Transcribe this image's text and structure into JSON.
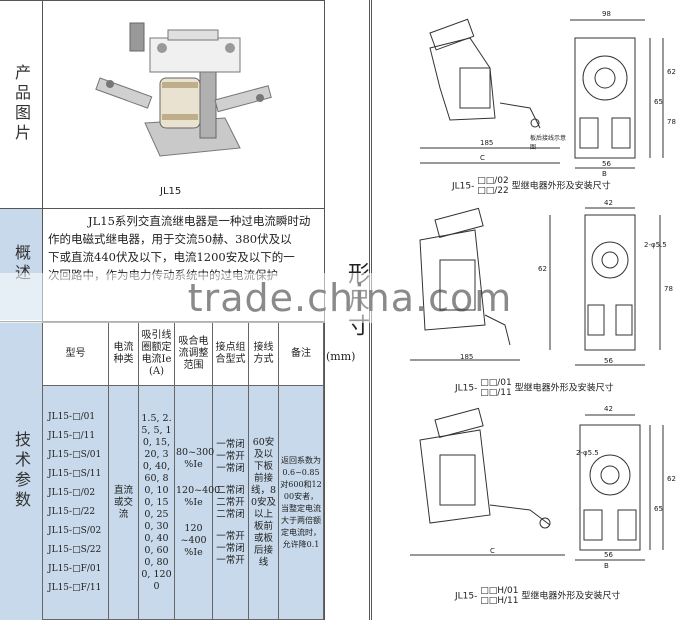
{
  "labels": {
    "product_image": "产品图片",
    "overview": "概述",
    "tech_params": "技术参数",
    "dimensions": "形尺寸",
    "unit": "(mm)"
  },
  "product": {
    "model_caption": "JL15"
  },
  "overview": {
    "line1": "JL15系列交直流继电器是一种过电流瞬时动",
    "line2": "作的电磁式继电器，用于交流50赫、380伏及以",
    "line3": "下或直流440伏及以下，电流1200安及以下的一",
    "line4": "次回路中，作为电力传动系统中的过电流保护"
  },
  "watermark": "trade.china.com",
  "table": {
    "headers": [
      "型号",
      "电流种类",
      "吸引线圈额定电流Ie (A)",
      "吸合电流调整范围",
      "接点组合型式",
      "接线方式",
      "备注"
    ],
    "models": [
      "JL15-□/01",
      "JL15-□/11",
      "JL15-□S/01",
      "JL15-□S/11",
      "JL15-□/02",
      "JL15-□/22",
      "JL15-□S/02",
      "JL15-□S/22",
      "JL15-□F/01",
      "JL15-□F/11"
    ],
    "current_type": "直流或交流",
    "rated_current": "1.5, 2.5, 5, 10, 15, 20, 30, 40, 60, 80, 100, 150, 250, 300, 400, 600, 800, 1200",
    "pickup_range": [
      "80~300 %Ie",
      "120~400 %Ie",
      "120 ~400 %Ie"
    ],
    "contacts": [
      "一常闭",
      "一常开",
      "一常闭",
      "二常闭",
      "二常开",
      "二常闭",
      "一常开",
      "一常闭",
      "一常开"
    ],
    "wiring": "60安及以下板前接线，80安及以上板前或板后接线",
    "notes": "返回系数为0.6~0.85对600和1200安者，当整定电流大于两倍额定电流时，允许降0.1"
  },
  "drawings": [
    {
      "caption_prefix": "JL15-",
      "codes": [
        "□□/02",
        "□□/22"
      ],
      "caption_suffix": "型继电器外形及安装尺寸",
      "dims": [
        "98",
        "185",
        "C",
        "56",
        "B",
        "62",
        "65",
        "78"
      ],
      "note": "板后接线示意图"
    },
    {
      "caption_prefix": "JL15-",
      "codes": [
        "□□/01",
        "□□/11"
      ],
      "caption_suffix": "型继电器外形及安装尺寸",
      "dims": [
        "42",
        "2-φ5.5",
        "185",
        "56",
        "62",
        "78"
      ]
    },
    {
      "caption_prefix": "JL15-",
      "codes": [
        "□□H/01",
        "□□H/11"
      ],
      "caption_suffix": "型继电器外形及安装尺寸",
      "dims": [
        "42",
        "2-φ5.5",
        "C",
        "56",
        "B",
        "62",
        "65"
      ]
    }
  ]
}
